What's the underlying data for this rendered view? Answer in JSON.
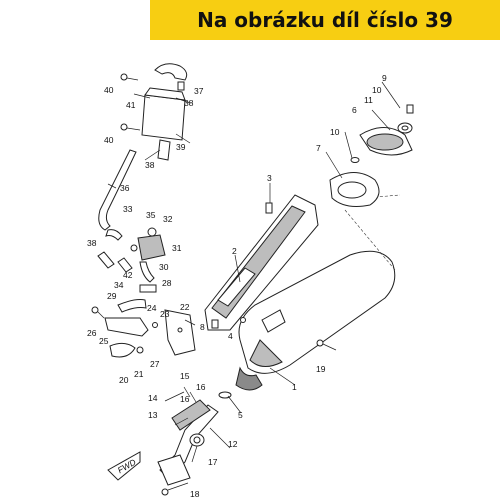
{
  "header": {
    "title": "Na obrázku díl číslo 39"
  },
  "diagram": {
    "labels": [
      "1",
      "2",
      "3",
      "4",
      "5",
      "6",
      "7",
      "8",
      "9",
      "10",
      "10",
      "11",
      "12",
      "13",
      "14",
      "15",
      "16",
      "16",
      "17",
      "18",
      "19",
      "20",
      "21",
      "22",
      "23",
      "24",
      "25",
      "26",
      "27",
      "28",
      "29",
      "30",
      "31",
      "32",
      "33",
      "34",
      "35",
      "36",
      "37",
      "38",
      "38",
      "38",
      "39",
      "40",
      "40",
      "41",
      "42"
    ],
    "fwd_label": "FWD"
  },
  "colors": {
    "banner": "#f7ce12",
    "line": "#222222"
  },
  "icons": {
    "fwd": "fwd-arrow-icon"
  }
}
